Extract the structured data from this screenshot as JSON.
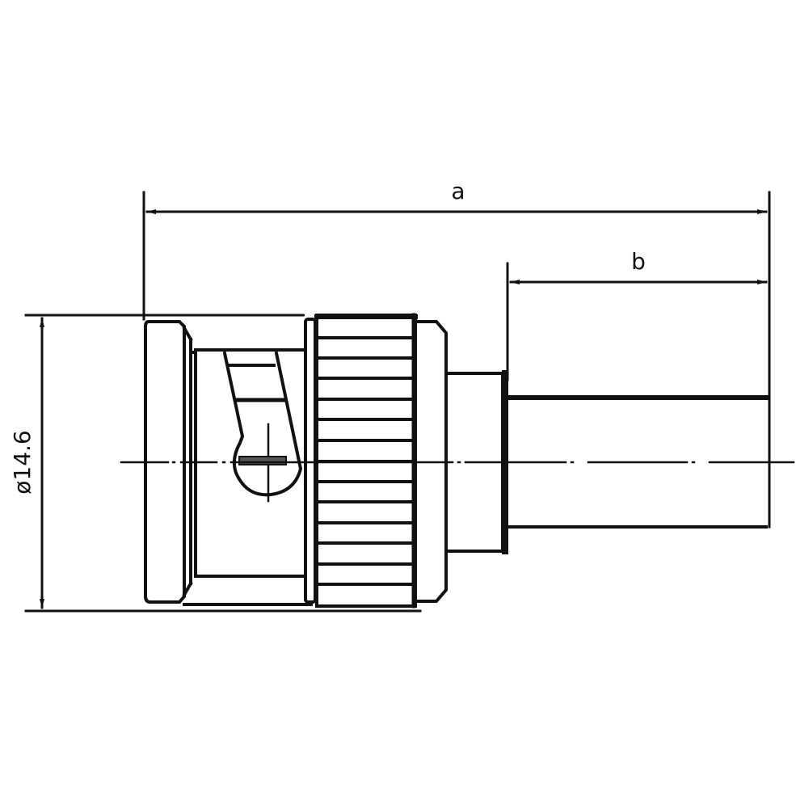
{
  "drawing": {
    "subject": "BNC straight cable plug connector (side view)",
    "line_color": "#111111",
    "background": "#ffffff"
  },
  "dimensions": {
    "overall_length": {
      "label": "a"
    },
    "cable_length": {
      "label": "b"
    },
    "diameter": {
      "label": "ø14.6",
      "value": 14.6,
      "symbol": "diameter"
    }
  },
  "features": {
    "knurl_ridges": 14,
    "centerline": "dash-dot axis"
  }
}
